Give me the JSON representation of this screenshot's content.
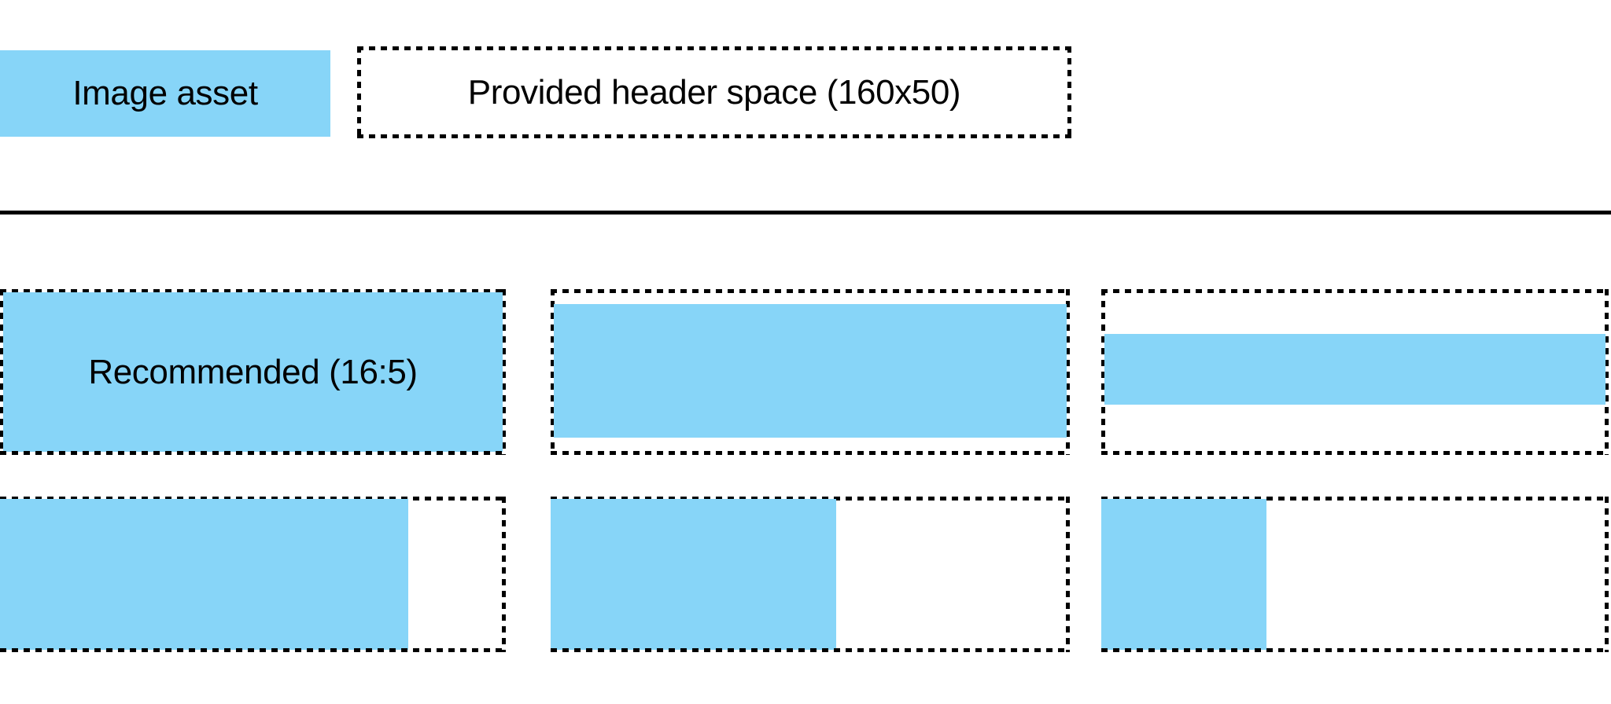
{
  "legend": {
    "swatch_label": "Image asset",
    "header_space_label": "Provided header space (160x50)"
  },
  "colors": {
    "asset_blue": "#87d5f8",
    "outline_black": "#000000",
    "page_background": "#ffffff"
  },
  "ratio_examples": {
    "row_top": [
      {
        "name": "recommended-16-5",
        "label": "Recommended (16:5)",
        "fill_mode": "full",
        "fill_description": "image fills the entire provided header space"
      },
      {
        "name": "slightly-taller-than-frame",
        "label": "",
        "fill_mode": "inset-vertical",
        "fill_description": "image is full width with small top and bottom gaps"
      },
      {
        "name": "wide-short-band",
        "label": "",
        "fill_mode": "band",
        "fill_description": "image is full width but much shorter, leaving large top and bottom gaps"
      }
    ],
    "row_bottom": [
      {
        "name": "narrow-81-percent",
        "label": "",
        "fill_mode": "width-81",
        "fill_description": "image fills full height but only about 81% of the width"
      },
      {
        "name": "narrow-55-percent",
        "label": "",
        "fill_mode": "width-55",
        "fill_description": "image fills full height but only about 55% of the width"
      },
      {
        "name": "narrow-33-percent",
        "label": "",
        "fill_mode": "width-33",
        "fill_description": "image fills full height but only about 33% of the width"
      }
    ]
  }
}
